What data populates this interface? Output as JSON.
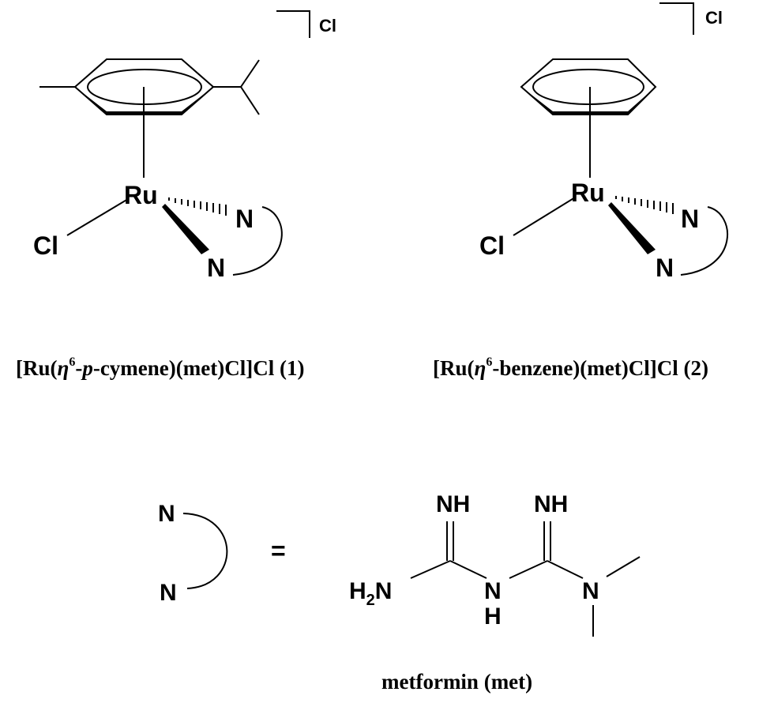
{
  "complex1": {
    "metal": "Ru",
    "chloride_ligand": "Cl",
    "donor_upper": "N",
    "donor_lower": "N",
    "counterion": "Cl",
    "caption": {
      "open": "[Ru(",
      "eta": "η",
      "hapticity": "6",
      "mid_dash": "-",
      "p_italic": "p",
      "rest": "-cymene)(met)Cl]Cl (1)"
    }
  },
  "complex2": {
    "metal": "Ru",
    "chloride_ligand": "Cl",
    "donor_upper": "N",
    "donor_lower": "N",
    "counterion": "Cl",
    "caption": {
      "open": "[Ru(",
      "eta": "η",
      "hapticity": "6",
      "rest": "-benzene)(met)Cl]Cl (2)"
    }
  },
  "legend": {
    "donor_upper": "N",
    "donor_lower": "N",
    "equals": "="
  },
  "metformin": {
    "imine_left": "NH",
    "imine_right": "NH",
    "amine_h2_prefix": "H",
    "amine_h2_subscript": "2",
    "amine_h2_suffix": "N",
    "bridge_n": "N",
    "bridge_h": "H",
    "dimethyl_n": "N",
    "caption": "metformin (met)"
  }
}
